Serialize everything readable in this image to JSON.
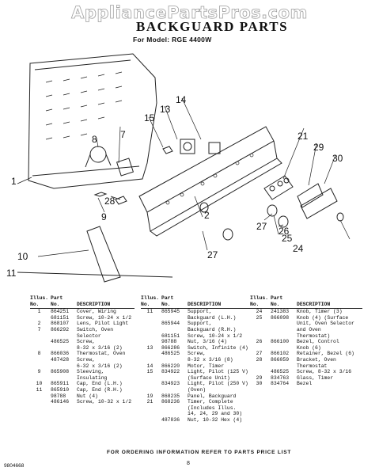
{
  "watermark": "AppliancePartsPros.com",
  "header": {
    "title": "BACKGUARD PARTS",
    "subtitle": "For Model: RGE 4400W"
  },
  "callouts": [
    "1",
    "2",
    "7",
    "8",
    "9",
    "10",
    "11",
    "13",
    "14",
    "15",
    "21",
    "24",
    "25",
    "26",
    "27",
    "27",
    "28",
    "29",
    "30"
  ],
  "table_headers": {
    "illus": "Illus.\nNo.",
    "part": "Part\nNo.",
    "desc": "DESCRIPTION"
  },
  "parts_col1": [
    {
      "illus": "1",
      "part": "864251",
      "desc": "Cover, Wiring"
    },
    {
      "illus": "",
      "part": "681151",
      "desc": "Screw, 10-24 x 1/2"
    },
    {
      "illus": "2",
      "part": "868107",
      "desc": "Lens, Pilot Light"
    },
    {
      "illus": "7",
      "part": "866292",
      "desc": "Switch, Oven\nSelector"
    },
    {
      "illus": "",
      "part": "486525",
      "desc": "Screw,\n8-32 x 3/16 (2)"
    },
    {
      "illus": "8",
      "part": "866036",
      "desc": "Thermostat, Oven"
    },
    {
      "illus": "",
      "part": "487428",
      "desc": "Screw,\n6-32 x 3/16 (2)"
    },
    {
      "illus": "9",
      "part": "865908",
      "desc": "Sleeving, Insulating"
    },
    {
      "illus": "10",
      "part": "865911",
      "desc": "Cap, End (L.H.)"
    },
    {
      "illus": "11",
      "part": "865910",
      "desc": "Cap, End (R.H.)"
    },
    {
      "illus": "",
      "part": "98788",
      "desc": "Nut (4)"
    },
    {
      "illus": "",
      "part": "486146",
      "desc": "Screw, 10-32 x 1/2"
    }
  ],
  "parts_col2": [
    {
      "illus": "11",
      "part": "865945",
      "desc": "Support,\nBackguard (L.H.)"
    },
    {
      "illus": "",
      "part": "865944",
      "desc": "Support,\nBackguard (R.H.)"
    },
    {
      "illus": "",
      "part": "681151",
      "desc": "Screw, 10-24 x 1/2"
    },
    {
      "illus": "",
      "part": "98788",
      "desc": "Nut, 3/16 (4)"
    },
    {
      "illus": "13",
      "part": "866286",
      "desc": "Switch, Infinite (4)"
    },
    {
      "illus": "",
      "part": "486525",
      "desc": "Screw,\n8-32 x 3/16 (8)"
    },
    {
      "illus": "14",
      "part": "866220",
      "desc": "Motor, Timer"
    },
    {
      "illus": "15",
      "part": "834922",
      "desc": "Light, Pilot (125 V)\n(Surface Unit)"
    },
    {
      "illus": "",
      "part": "834923",
      "desc": "Light, Pilot (250 V)\n(Oven)"
    },
    {
      "illus": "19",
      "part": "868235",
      "desc": "Panel, Backguard"
    },
    {
      "illus": "21",
      "part": "868236",
      "desc": "Timer, Complete\n(Includes Illus.\n14, 24, 29 and 30)"
    },
    {
      "illus": "",
      "part": "487836",
      "desc": "Nut, 10-32 Hex (4)"
    }
  ],
  "parts_col3": [
    {
      "illus": "24",
      "part": "241383",
      "desc": "Knob, Timer (3)"
    },
    {
      "illus": "25",
      "part": "866098",
      "desc": "Knob (4) (Surface\nUnit, Oven Selector\nand Oven\nThermostat)"
    },
    {
      "illus": "26",
      "part": "866100",
      "desc": "Bezel, Control\nKnob (6)"
    },
    {
      "illus": "27",
      "part": "866102",
      "desc": "Retainer, Bezel (6)"
    },
    {
      "illus": "28",
      "part": "866059",
      "desc": "Bracket, Oven\nThermostat"
    },
    {
      "illus": "",
      "part": "486525",
      "desc": "Screw, 8-32 x 3/16"
    },
    {
      "illus": "29",
      "part": "834763",
      "desc": "Glass, Timer"
    },
    {
      "illus": "30",
      "part": "834764",
      "desc": "Bezel"
    }
  ],
  "footer": {
    "order_text": "FOR ORDERING INFORMATION REFER TO PARTS PRICE LIST",
    "page_number": "8",
    "doc_number": "9804668"
  }
}
